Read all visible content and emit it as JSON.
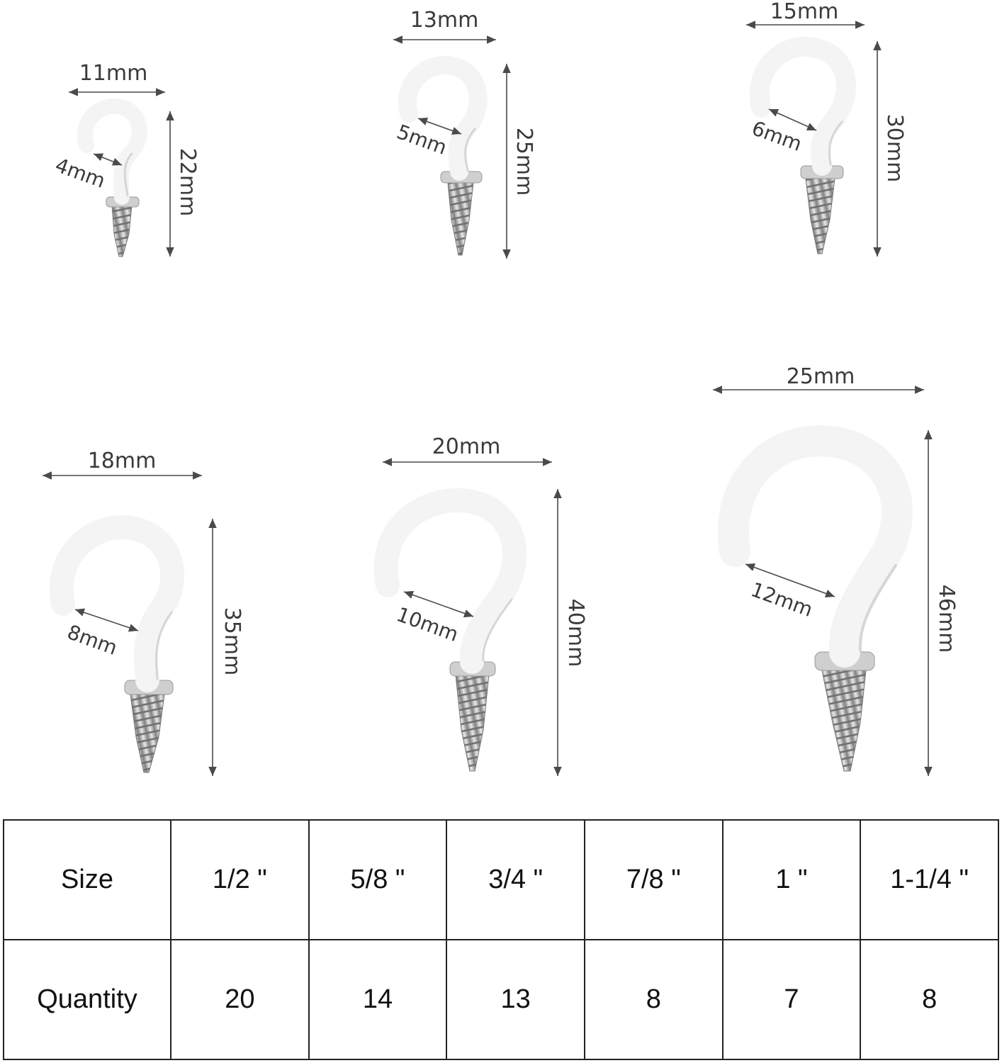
{
  "hooks": [
    {
      "width": "11mm",
      "gap": "4mm",
      "height": "22mm"
    },
    {
      "width": "13mm",
      "gap": "5mm",
      "height": "25mm"
    },
    {
      "width": "15mm",
      "gap": "6mm",
      "height": "30mm"
    },
    {
      "width": "18mm",
      "gap": "8mm",
      "height": "35mm"
    },
    {
      "width": "20mm",
      "gap": "10mm",
      "height": "40mm"
    },
    {
      "width": "25mm",
      "gap": "12mm",
      "height": "46mm"
    }
  ],
  "table": {
    "size_label": "Size",
    "quantity_label": "Quantity",
    "sizes": [
      "1/2 \"",
      "5/8 \"",
      "3/4 \"",
      "7/8 \"",
      "1 \"",
      "1-1/4 \""
    ],
    "quantities": [
      "20",
      "14",
      "13",
      "8",
      "7",
      "8"
    ]
  },
  "colors": {
    "hook": "#f4f4f4",
    "screw": "#b8b8b8",
    "dimension": "#4a4a4a"
  }
}
